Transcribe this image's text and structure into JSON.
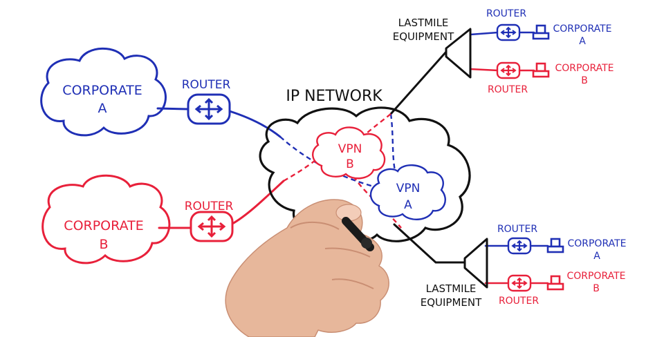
{
  "title": "IP NETWORK",
  "colors": {
    "corp_a": "#1f2fb5",
    "corp_b": "#e8203a",
    "ink": "#111111",
    "skin": "#e7b79b"
  },
  "left": {
    "corp_a": {
      "line1": "CORPORATE",
      "line2": "A"
    },
    "router_a": "ROUTER",
    "corp_b": {
      "line1": "CORPORATE",
      "line2": "B"
    },
    "router_b": "ROUTER"
  },
  "vpn_b": {
    "line1": "VPN",
    "line2": "B"
  },
  "vpn_a": {
    "line1": "VPN",
    "line2": "A"
  },
  "top_right": {
    "lastmile": {
      "line1": "LASTMILE",
      "line2": "EQUIPMENT"
    },
    "router_a": "ROUTER",
    "corp_a": {
      "line1": "CORPORATE",
      "line2": "A"
    },
    "router_b": "ROUTER",
    "corp_b": {
      "line1": "CORPORATE",
      "line2": "B"
    }
  },
  "bottom_right": {
    "lastmile": {
      "line1": "LASTMILE",
      "line2": "EQUIPMENT"
    },
    "router_a": "ROUTER",
    "corp_a": {
      "line1": "CORPORATE",
      "line2": "A"
    },
    "router_b": "ROUTER",
    "corp_b": {
      "line1": "CORPORATE",
      "line2": "B"
    }
  }
}
